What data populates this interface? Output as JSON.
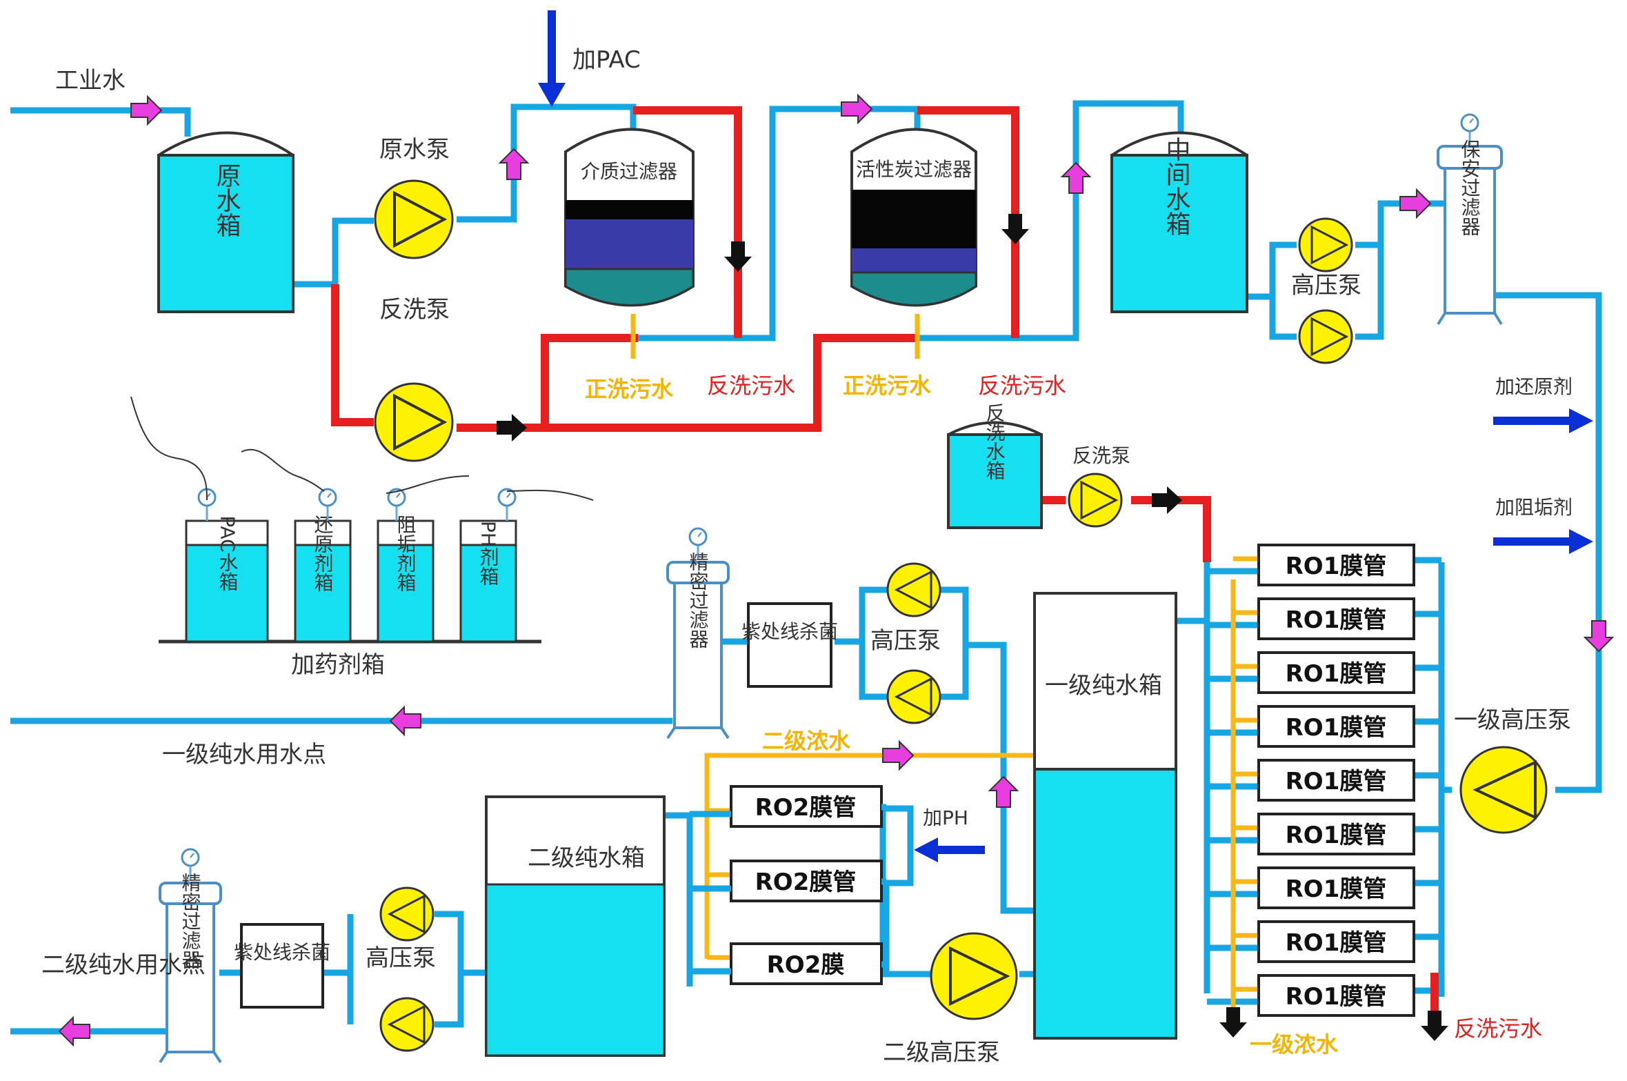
{
  "labels": {
    "industrial_water": "工业水",
    "add_pac": "加PAC",
    "raw_tank": "原水箱",
    "raw_pump": "原水泵",
    "backwash_pump_1": "反洗泵",
    "media_filter": "介质过滤器",
    "carbon_filter": "活性炭过滤器",
    "mid_tank": "中间水箱",
    "hp_pump_1": "高压泵",
    "security_filter": "保安过滤器",
    "forward_waste_1": "正洗污水",
    "backwash_waste_1": "反洗污水",
    "forward_waste_2": "正洗污水",
    "backwash_waste_2": "反洗污水",
    "add_reductant": "加还原剂",
    "add_antiscalant": "加阻垢剂",
    "backwash_tank": "反洗水箱",
    "backwash_pump_2": "反洗泵",
    "pac_tank": "PAC水箱",
    "reductant_tank": "还原剂箱",
    "antiscalant_tank": "阻垢剂箱",
    "ph_tank": "PH剂箱",
    "dosing_box": "加药剂箱",
    "precision_filter_1": "精密过滤器",
    "uv_1": "紫处线杀菌",
    "hp_pump_2": "高压泵",
    "primary_point": "一级纯水用水点",
    "secondary_conc": "二级浓水",
    "primary_tank": "一级纯水箱",
    "primary_hp_pump": "一级高压泵",
    "add_ph": "加PH",
    "secondary_tank": "二级纯水箱",
    "secondary_point": "二级纯水用水点",
    "precision_filter_2": "精密过滤器",
    "uv_2": "紫处线杀菌",
    "hp_pump_3": "高压泵",
    "secondary_hp_pump": "二级高压泵",
    "primary_conc": "一级浓水",
    "backwash_waste_3": "反洗污水"
  },
  "ro1_modules": [
    "RO1膜管",
    "RO1膜管",
    "RO1膜管",
    "RO1膜管",
    "RO1膜管",
    "RO1膜管",
    "RO1膜管",
    "RO1膜管",
    "RO1膜管"
  ],
  "ro2_modules": [
    "RO2膜管",
    "RO2膜管",
    "RO2膜"
  ],
  "colors": {
    "pipe_water": "#17a6e3",
    "pipe_backwash": "#e61e1e",
    "pipe_concentrate": "#f7b718",
    "tank": "#14e0ef",
    "pump": "#fff200",
    "flow_arrow": "#e83ee0",
    "dosing_arrow": "#0a2fd6"
  }
}
